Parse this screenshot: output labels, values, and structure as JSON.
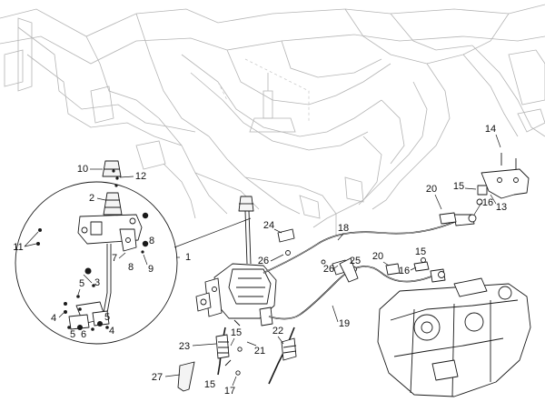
{
  "callouts": [
    "1",
    "2",
    "3",
    "4",
    "4",
    "5",
    "5",
    "5",
    "6",
    "7",
    "8",
    "8",
    "9",
    "10",
    "11",
    "12",
    "13",
    "14",
    "15",
    "15",
    "15",
    "16",
    "16",
    "17",
    "18",
    "19",
    "20",
    "20",
    "21",
    "22",
    "23",
    "24",
    "25",
    "26",
    "26",
    "27"
  ],
  "colors": {
    "line": "#1a1a1a",
    "frame": "#b4b4b4",
    "background": "#ffffff"
  }
}
